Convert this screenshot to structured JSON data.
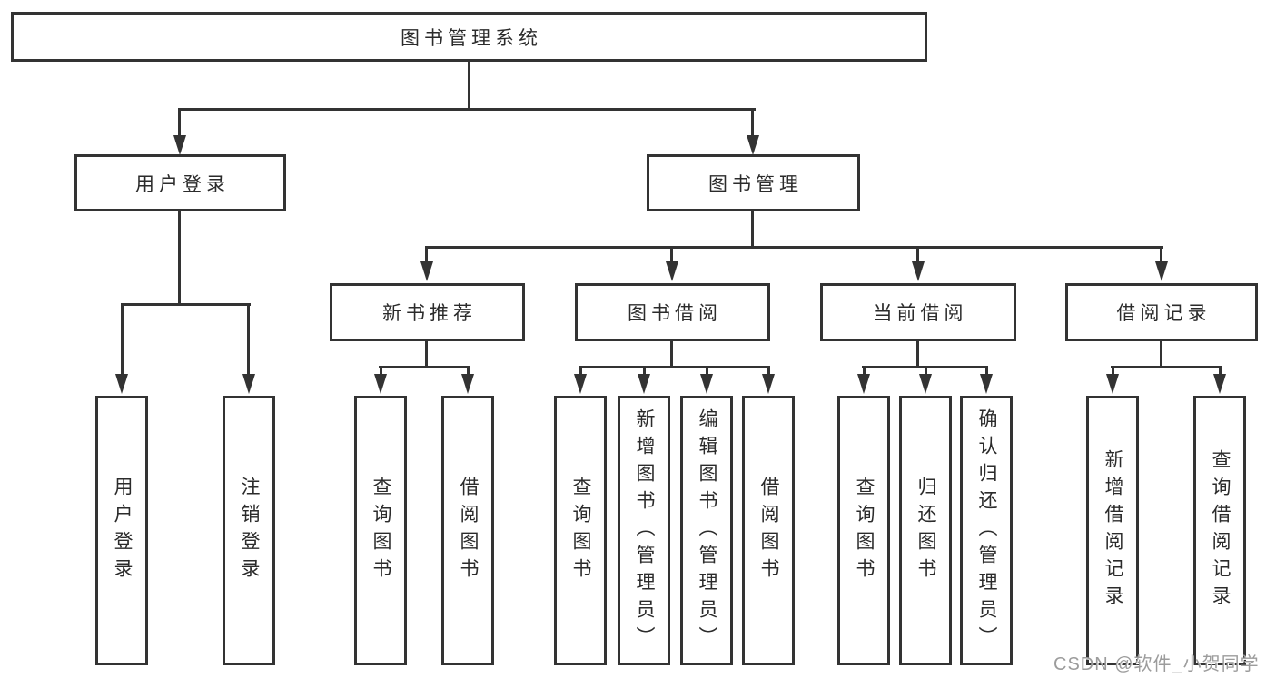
{
  "tree": {
    "label": "图书管理系统",
    "children": [
      {
        "label": "用户登录",
        "children": [
          {
            "label": "用户登录"
          },
          {
            "label": "注销登录"
          }
        ]
      },
      {
        "label": "图书管理",
        "children": [
          {
            "label": "新书推荐",
            "children": [
              {
                "label": "查询图书"
              },
              {
                "label": "借阅图书"
              }
            ]
          },
          {
            "label": "图书借阅",
            "children": [
              {
                "label": "查询图书"
              },
              {
                "label": "新增图书（管理员）"
              },
              {
                "label": "编辑图书（管理员）"
              },
              {
                "label": "借阅图书"
              }
            ]
          },
          {
            "label": "当前借阅",
            "children": [
              {
                "label": "查询图书"
              },
              {
                "label": "归还图书"
              },
              {
                "label": "确认归还（管理员）"
              }
            ]
          },
          {
            "label": "借阅记录",
            "children": [
              {
                "label": "新增借阅记录"
              },
              {
                "label": "查询借阅记录"
              }
            ]
          }
        ]
      }
    ]
  },
  "watermark": "CSDN @软件_小贺同学",
  "colors": {
    "line": "#333333",
    "text": "#2b2b2b",
    "watermark": "#9c9c9c",
    "background": "#ffffff"
  }
}
